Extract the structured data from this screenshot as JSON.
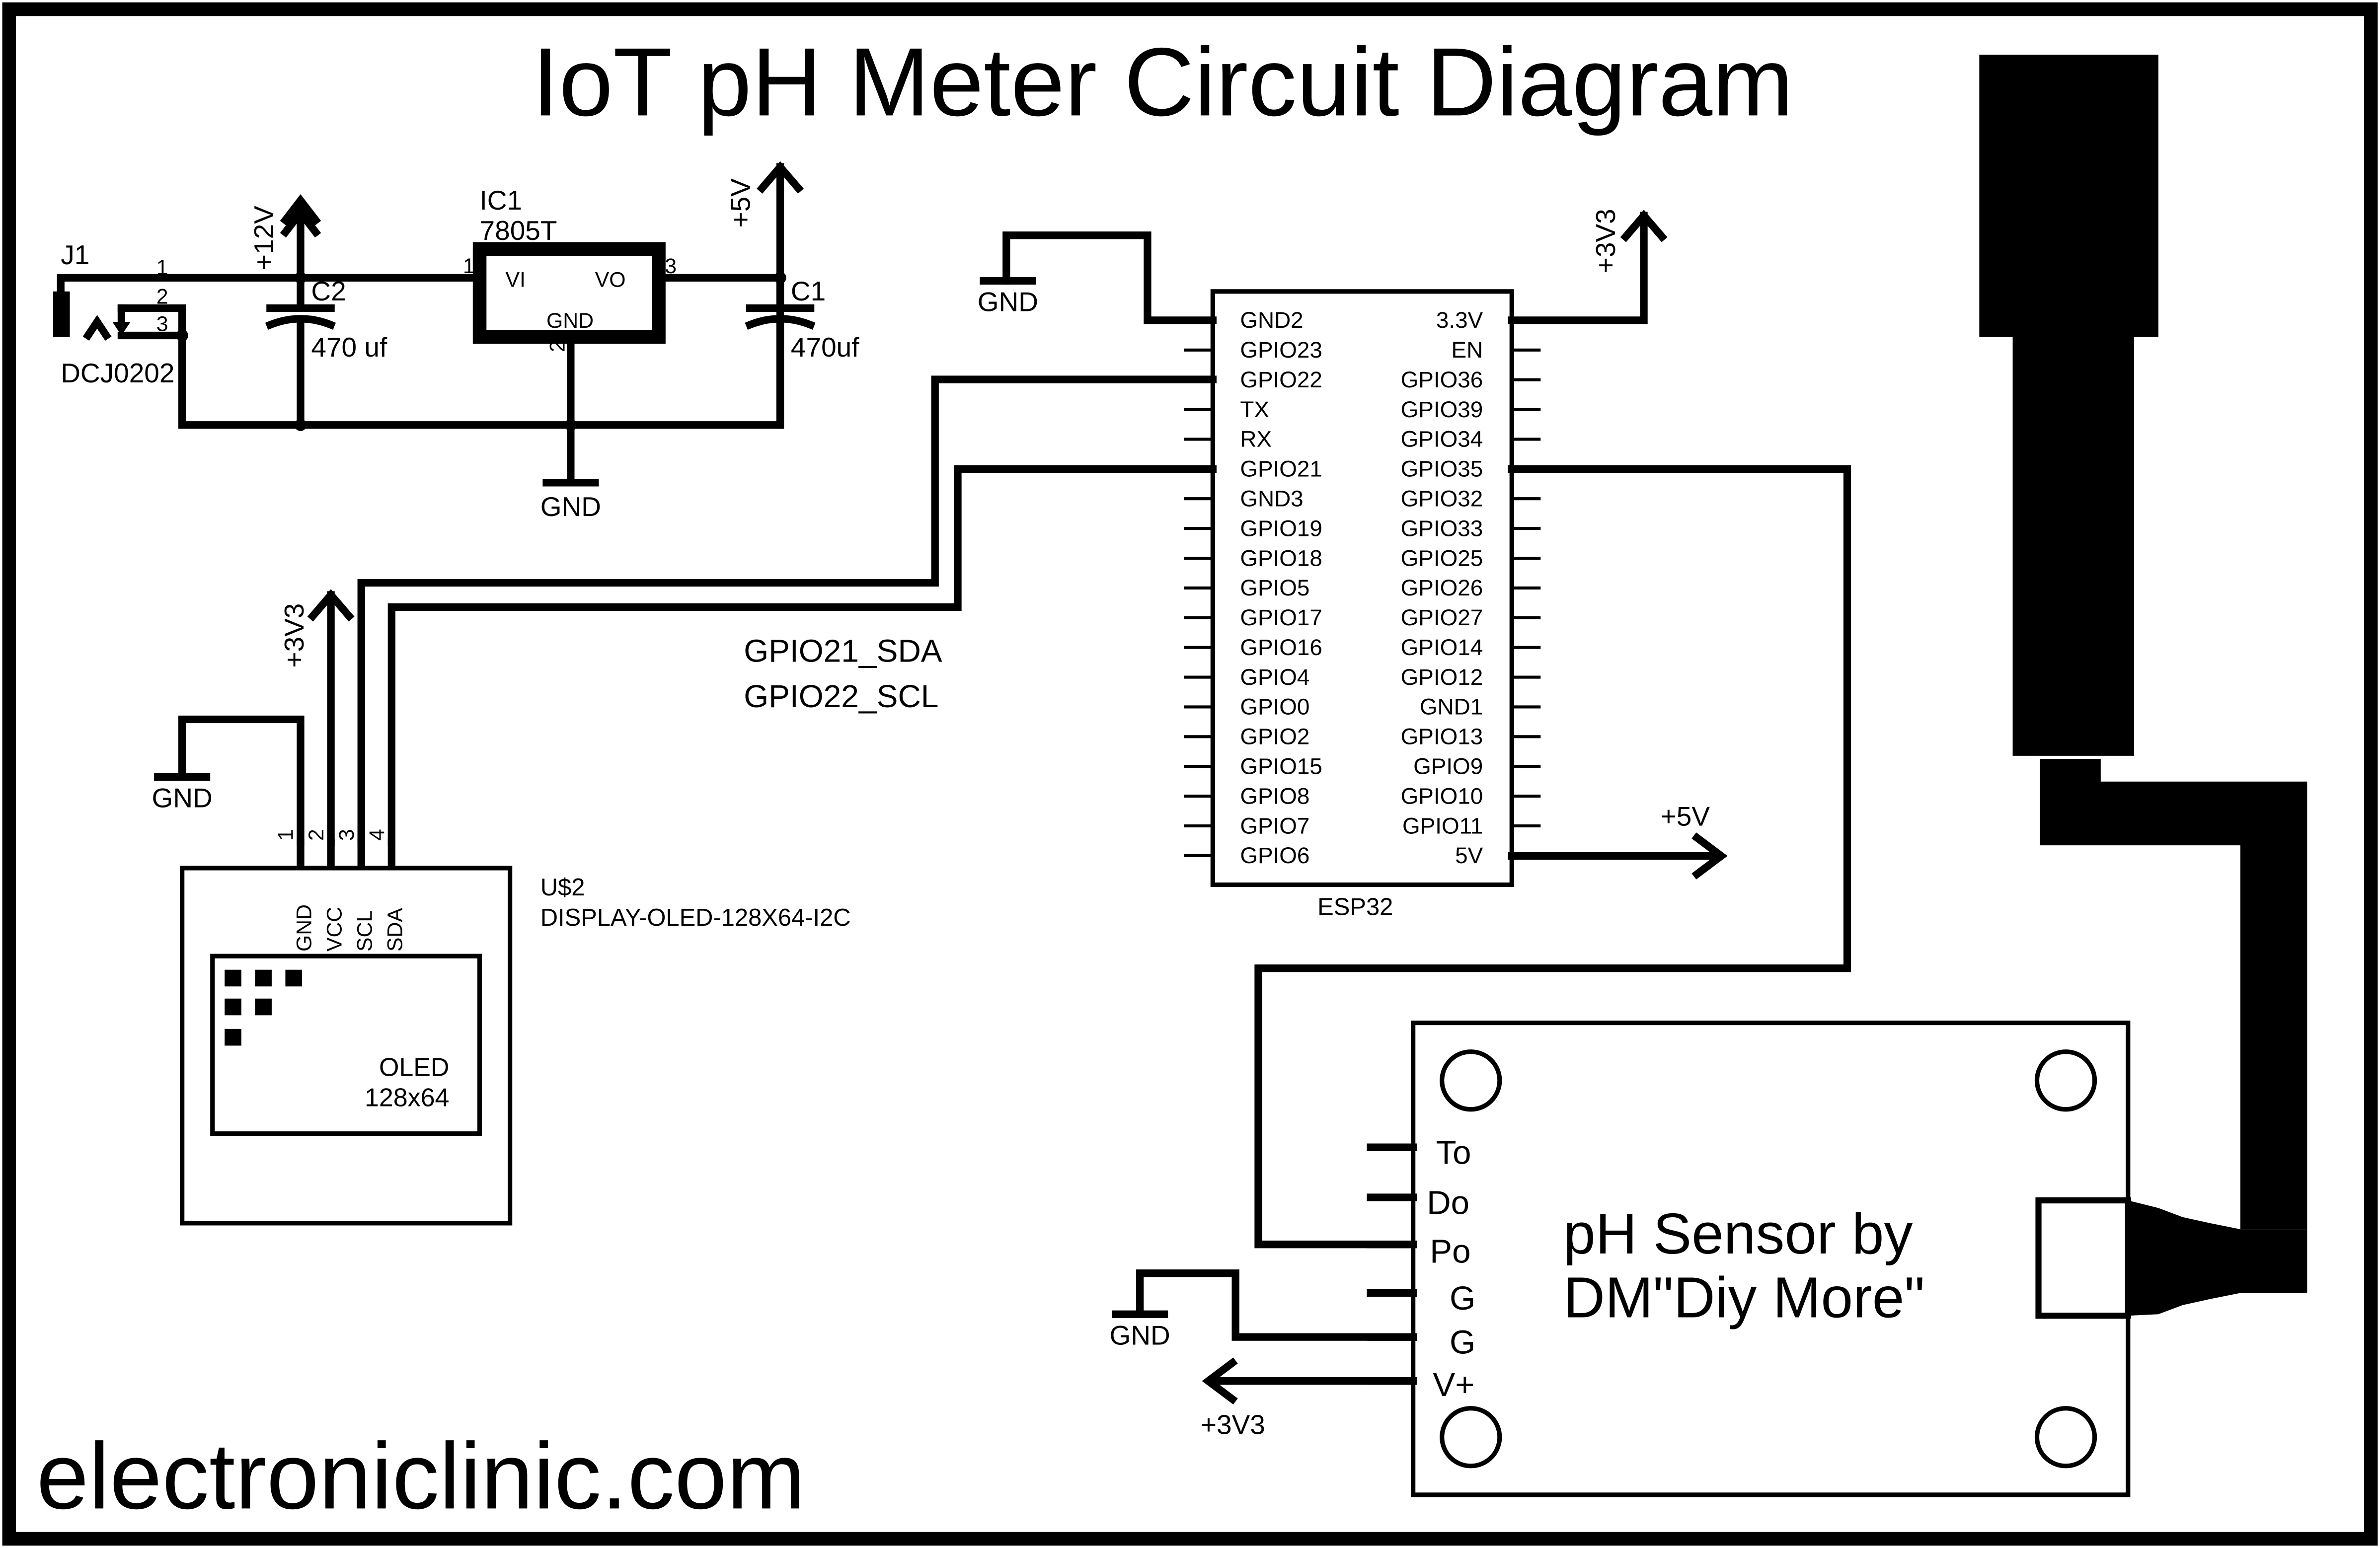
{
  "title": "IoT pH Meter Circuit Diagram",
  "footer": "electroniclinic.com",
  "power": {
    "jack_ref": "J1",
    "jack_part": "DCJ0202",
    "jack_pins": [
      "1",
      "2",
      "3"
    ],
    "plus12": "+12V",
    "plus5": "+5V",
    "gnd": "GND",
    "c2_ref": "C2",
    "c2_value": "470 uf",
    "c1_ref": "C1",
    "c1_value": "470uf",
    "ic_ref": "IC1",
    "ic_part": "7805T",
    "ic_vi": "VI",
    "ic_vo": "VO",
    "ic_gnd": "GND",
    "ic_pin1": "1",
    "ic_pin2": "2",
    "ic_pin3": "3"
  },
  "esp32": {
    "name": "ESP32",
    "left_pins": [
      "GND2",
      "GPIO23",
      "GPIO22",
      "TX",
      "RX",
      "GPIO21",
      "GND3",
      "GPIO19",
      "GPIO18",
      "GPIO5",
      "GPIO17",
      "GPIO16",
      "GPIO4",
      "GPIO0",
      "GPIO2",
      "GPIO15",
      "GPIO8",
      "GPIO7",
      "GPIO6"
    ],
    "right_pins": [
      "3.3V",
      "EN",
      "GPIO36",
      "GPIO39",
      "GPIO34",
      "GPIO35",
      "GPIO32",
      "GPIO33",
      "GPIO25",
      "GPIO26",
      "GPIO27",
      "GPIO14",
      "GPIO12",
      "GND1",
      "GPIO13",
      "GPIO9",
      "GPIO10",
      "GPIO11",
      "5V"
    ],
    "gnd": "GND",
    "plus3v3": "+3V3",
    "plus5": "+5V"
  },
  "i2c_labels": {
    "sda": "GPIO21_SDA",
    "scl": "GPIO22_SCL"
  },
  "oled": {
    "ref": "U$2",
    "part": "DISPLAY-OLED-128X64-I2C",
    "pins": [
      "GND",
      "VCC",
      "SCL",
      "SDA"
    ],
    "pin_numbers": [
      "1",
      "2",
      "3",
      "4"
    ],
    "screen_line1": "OLED",
    "screen_line2": "128x64",
    "gnd": "GND",
    "plus3v3": "+3V3"
  },
  "ph_sensor": {
    "pins": [
      "To",
      "Do",
      "Po",
      "G",
      "G",
      "V+"
    ],
    "line1": "pH Sensor by",
    "line2": "DM\"Diy More\"",
    "gnd": "GND",
    "plus3v3": "+3V3"
  }
}
